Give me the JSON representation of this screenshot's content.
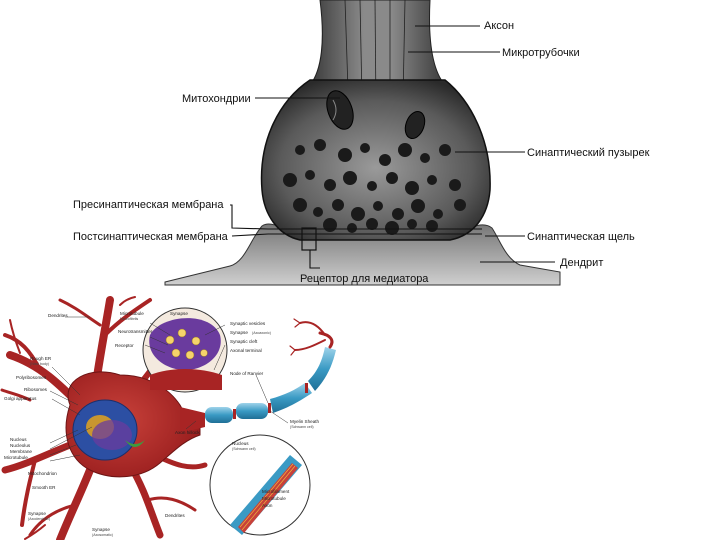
{
  "synapse_diagram": {
    "labels": {
      "axon": "Аксон",
      "microtubules": "Микротрубочки",
      "mitochondria": "Митохондрии",
      "synaptic_vesicle": "Синаптический пузырек",
      "presynaptic_membrane": "Пресинаптическая мембрана",
      "postsynaptic_membrane": "Постсинаптическая мембрана",
      "synaptic_cleft": "Синаптическая щель",
      "dendrite": "Дендрит",
      "receptor": "Рецептор для медиатора"
    }
  },
  "neuron_diagram": {
    "labels": {
      "dendrites_top": "Dendrites",
      "microtubule_neurofibrils": "Microtubule",
      "microtubule_sub": "Neurofibrils",
      "neurotransmitter": "Neurotransmitter",
      "receptor": "Receptor",
      "synapse": "Synapse",
      "rough_er": "Rough ER",
      "rough_er_sub": "(Nissl body)",
      "polyribosomes": "Polyribosomes",
      "ribosomes": "Ribosomes",
      "golgi": "Golgi apparatus",
      "nucleus": "Nucleus",
      "nucleolus": "Nucleolus",
      "membrane": "Membrane",
      "microtubule": "Microtubule",
      "mitochondrion": "Mitochondrion",
      "smooth_er": "Smooth ER",
      "synapse_bottom": "Synapse",
      "synapse_bottom_sub": "(Axodendritic)",
      "synaptic_vesicles": "Synaptic vesicles",
      "synapse_axo": "Synapse",
      "synapse_axo_sub": "(Axoaxonic)",
      "synaptic_cleft": "Synaptic cleft",
      "axonal_terminal": "Axonal terminal",
      "node_ranvier": "Node of Ranvier",
      "myelin_sheath": "Myelin Sheath",
      "myelin_sheath_sub": "(Schwann cell)",
      "axon_hillock": "Axon hillock",
      "nucleus_schwann": "Nucleus",
      "nucleus_schwann_sub": "(Schwann cell)",
      "microfilament": "Microfilament",
      "microtubule_axon": "Microtubule",
      "axon": "Axon",
      "dendrites_bottom": "Dendrites",
      "synapse_axosomatic": "Synapse",
      "synapse_axosomatic_sub": "(Axosomatic)"
    }
  }
}
